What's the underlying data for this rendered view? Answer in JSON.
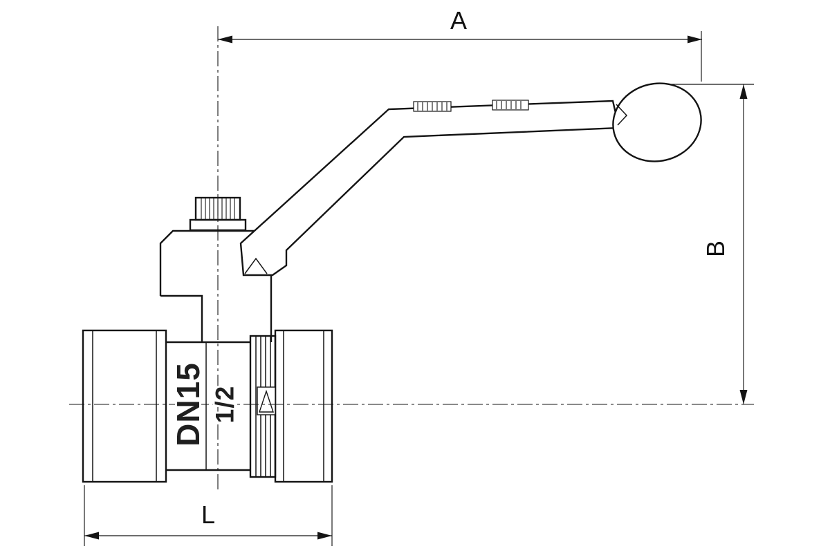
{
  "drawing": {
    "type": "technical-line-drawing",
    "subject": "Ball valve with lever handle, side elevation with dimension callouts",
    "background": "#ffffff",
    "line_color": "#141414",
    "dimensions": {
      "overall_length_label": "A",
      "overall_height_label": "B",
      "body_length_label": "L"
    },
    "body_markings": {
      "nominal_bore": "DN15",
      "thread_size": "1/2"
    }
  }
}
